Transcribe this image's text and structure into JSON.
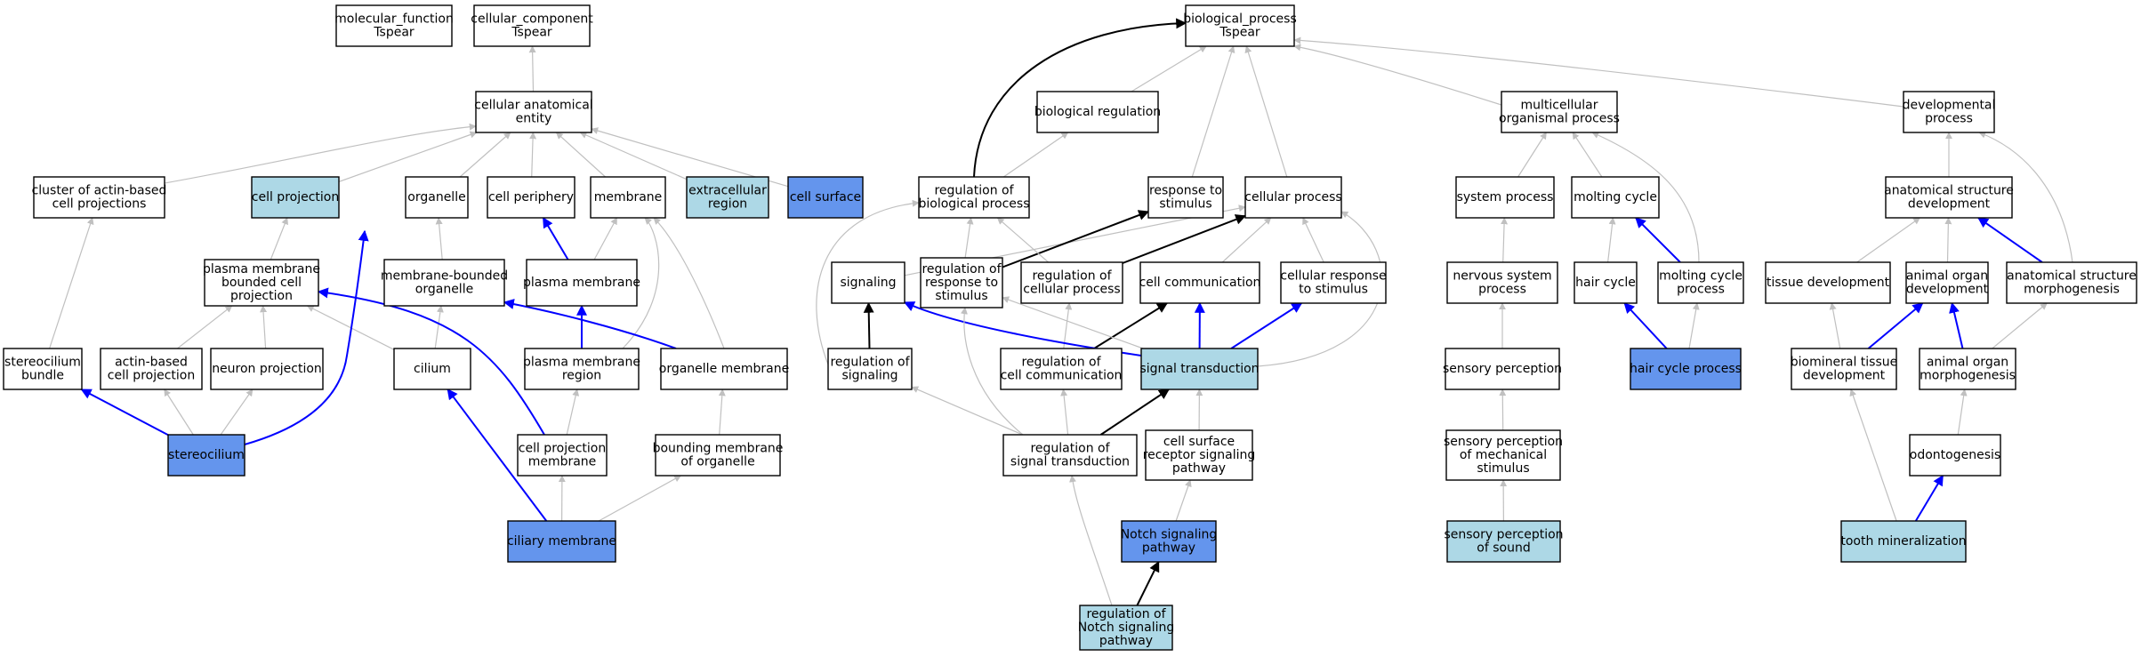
{
  "colors": {
    "default_fill": "#ffffff",
    "highlight_fill": "#6495ed",
    "related_fill": "#add8e6",
    "edge_gray": "#c0c0c0",
    "edge_black": "#000000",
    "edge_blue": "#0000ff",
    "border": "#000000"
  },
  "nodes": [
    {
      "id": "molecular_function",
      "lines": [
        "molecular_function",
        "Tspear"
      ],
      "style": "default"
    },
    {
      "id": "cellular_component",
      "lines": [
        "cellular_component",
        "Tspear"
      ],
      "style": "default"
    },
    {
      "id": "biological_process",
      "lines": [
        "biological_process",
        "Tspear"
      ],
      "style": "default"
    },
    {
      "id": "cellular_anatomical_entity",
      "lines": [
        "cellular anatomical",
        "entity"
      ],
      "style": "default"
    },
    {
      "id": "biological_regulation",
      "lines": [
        "biological regulation"
      ],
      "style": "default"
    },
    {
      "id": "multicellular_organismal_process",
      "lines": [
        "multicellular",
        "organismal process"
      ],
      "style": "default"
    },
    {
      "id": "developmental_process",
      "lines": [
        "developmental",
        "process"
      ],
      "style": "default"
    },
    {
      "id": "cluster_actin",
      "lines": [
        "cluster of actin-based",
        "cell projections"
      ],
      "style": "default"
    },
    {
      "id": "cell_projection",
      "lines": [
        "cell projection"
      ],
      "style": "related"
    },
    {
      "id": "organelle",
      "lines": [
        "organelle"
      ],
      "style": "default"
    },
    {
      "id": "cell_periphery",
      "lines": [
        "cell periphery"
      ],
      "style": "default"
    },
    {
      "id": "membrane",
      "lines": [
        "membrane"
      ],
      "style": "default"
    },
    {
      "id": "extracellular_region",
      "lines": [
        "extracellular",
        "region"
      ],
      "style": "related"
    },
    {
      "id": "cell_surface",
      "lines": [
        "cell surface"
      ],
      "style": "highlight"
    },
    {
      "id": "regulation_biological_process",
      "lines": [
        "regulation of",
        "biological process"
      ],
      "style": "default"
    },
    {
      "id": "response_to_stimulus",
      "lines": [
        "response to",
        "stimulus"
      ],
      "style": "default"
    },
    {
      "id": "cellular_process",
      "lines": [
        "cellular process"
      ],
      "style": "default"
    },
    {
      "id": "system_process",
      "lines": [
        "system process"
      ],
      "style": "default"
    },
    {
      "id": "molting_cycle",
      "lines": [
        "molting cycle"
      ],
      "style": "default"
    },
    {
      "id": "anatomical_structure_development",
      "lines": [
        "anatomical structure",
        "development"
      ],
      "style": "default"
    },
    {
      "id": "pm_bounded_cell_projection",
      "lines": [
        "plasma membrane",
        "bounded cell",
        "projection"
      ],
      "style": "default"
    },
    {
      "id": "membrane_bounded_organelle",
      "lines": [
        "membrane-bounded",
        "organelle"
      ],
      "style": "default"
    },
    {
      "id": "plasma_membrane",
      "lines": [
        "plasma membrane"
      ],
      "style": "default"
    },
    {
      "id": "signaling",
      "lines": [
        "signaling"
      ],
      "style": "default"
    },
    {
      "id": "regulation_response_stimulus",
      "lines": [
        "regulation of",
        "response to",
        "stimulus"
      ],
      "style": "default"
    },
    {
      "id": "regulation_cellular_process",
      "lines": [
        "regulation of",
        "cellular process"
      ],
      "style": "default"
    },
    {
      "id": "cell_communication",
      "lines": [
        "cell communication"
      ],
      "style": "default"
    },
    {
      "id": "cellular_response_stimulus",
      "lines": [
        "cellular response",
        "to stimulus"
      ],
      "style": "default"
    },
    {
      "id": "nervous_system_process",
      "lines": [
        "nervous system",
        "process"
      ],
      "style": "default"
    },
    {
      "id": "hair_cycle",
      "lines": [
        "hair cycle"
      ],
      "style": "default"
    },
    {
      "id": "molting_cycle_process",
      "lines": [
        "molting cycle",
        "process"
      ],
      "style": "default"
    },
    {
      "id": "tissue_development",
      "lines": [
        "tissue development"
      ],
      "style": "default"
    },
    {
      "id": "animal_organ_development",
      "lines": [
        "animal organ",
        "development"
      ],
      "style": "default"
    },
    {
      "id": "anatomical_structure_morphogenesis",
      "lines": [
        "anatomical structure",
        "morphogenesis"
      ],
      "style": "default"
    },
    {
      "id": "stereocilium_bundle",
      "lines": [
        "stereocilium",
        "bundle"
      ],
      "style": "default"
    },
    {
      "id": "actin_based_cell_projection",
      "lines": [
        "actin-based",
        "cell projection"
      ],
      "style": "default"
    },
    {
      "id": "neuron_projection",
      "lines": [
        "neuron projection"
      ],
      "style": "default"
    },
    {
      "id": "cilium",
      "lines": [
        "cilium"
      ],
      "style": "default"
    },
    {
      "id": "plasma_membrane_region",
      "lines": [
        "plasma membrane",
        "region"
      ],
      "style": "default"
    },
    {
      "id": "organelle_membrane",
      "lines": [
        "organelle membrane"
      ],
      "style": "default"
    },
    {
      "id": "regulation_of_signaling",
      "lines": [
        "regulation of",
        "signaling"
      ],
      "style": "default"
    },
    {
      "id": "regulation_cell_communication",
      "lines": [
        "regulation of",
        "cell communication"
      ],
      "style": "default"
    },
    {
      "id": "signal_transduction",
      "lines": [
        "signal transduction"
      ],
      "style": "related"
    },
    {
      "id": "sensory_perception",
      "lines": [
        "sensory perception"
      ],
      "style": "default"
    },
    {
      "id": "hair_cycle_process",
      "lines": [
        "hair cycle process"
      ],
      "style": "highlight"
    },
    {
      "id": "biomineral_tissue_development",
      "lines": [
        "biomineral tissue",
        "development"
      ],
      "style": "default"
    },
    {
      "id": "animal_organ_morphogenesis",
      "lines": [
        "animal organ",
        "morphogenesis"
      ],
      "style": "default"
    },
    {
      "id": "stereocilium",
      "lines": [
        "stereocilium"
      ],
      "style": "highlight"
    },
    {
      "id": "cell_projection_membrane",
      "lines": [
        "cell projection",
        "membrane"
      ],
      "style": "default"
    },
    {
      "id": "bounding_membrane_organelle",
      "lines": [
        "bounding membrane",
        "of organelle"
      ],
      "style": "default"
    },
    {
      "id": "regulation_signal_transduction",
      "lines": [
        "regulation of",
        "signal transduction"
      ],
      "style": "default"
    },
    {
      "id": "cell_surface_receptor_signaling",
      "lines": [
        "cell surface",
        "receptor signaling",
        "pathway"
      ],
      "style": "default"
    },
    {
      "id": "sensory_perception_mechanical",
      "lines": [
        "sensory perception",
        "of mechanical",
        "stimulus"
      ],
      "style": "default"
    },
    {
      "id": "odontogenesis",
      "lines": [
        "odontogenesis"
      ],
      "style": "default"
    },
    {
      "id": "ciliary_membrane",
      "lines": [
        "ciliary membrane"
      ],
      "style": "highlight"
    },
    {
      "id": "notch_signaling_pathway",
      "lines": [
        "Notch signaling",
        "pathway"
      ],
      "style": "highlight"
    },
    {
      "id": "sensory_perception_sound",
      "lines": [
        "sensory perception",
        "of sound"
      ],
      "style": "related"
    },
    {
      "id": "tooth_mineralization",
      "lines": [
        "tooth mineralization"
      ],
      "style": "related"
    },
    {
      "id": "regulation_notch_signaling",
      "lines": [
        "regulation of",
        "Notch signaling",
        "pathway"
      ],
      "style": "related"
    }
  ],
  "edges": [
    {
      "from": "cellular_anatomical_entity",
      "to": "cellular_component",
      "kind": "gray"
    },
    {
      "from": "cluster_actin",
      "to": "cellular_anatomical_entity",
      "kind": "gray"
    },
    {
      "from": "cell_projection",
      "to": "cellular_anatomical_entity",
      "kind": "gray"
    },
    {
      "from": "organelle",
      "to": "cellular_anatomical_entity",
      "kind": "gray"
    },
    {
      "from": "cell_periphery",
      "to": "cellular_anatomical_entity",
      "kind": "gray"
    },
    {
      "from": "membrane",
      "to": "cellular_anatomical_entity",
      "kind": "gray"
    },
    {
      "from": "extracellular_region",
      "to": "cellular_anatomical_entity",
      "kind": "gray"
    },
    {
      "from": "cell_surface",
      "to": "cellular_anatomical_entity",
      "kind": "gray"
    },
    {
      "from": "pm_bounded_cell_projection",
      "to": "cell_projection",
      "kind": "gray"
    },
    {
      "from": "membrane_bounded_organelle",
      "to": "organelle",
      "kind": "gray"
    },
    {
      "from": "plasma_membrane",
      "to": "cell_periphery",
      "kind": "blue"
    },
    {
      "from": "plasma_membrane",
      "to": "membrane",
      "kind": "gray"
    },
    {
      "from": "stereocilium_bundle",
      "to": "cluster_actin",
      "kind": "gray"
    },
    {
      "from": "actin_based_cell_projection",
      "to": "pm_bounded_cell_projection",
      "kind": "gray"
    },
    {
      "from": "neuron_projection",
      "to": "pm_bounded_cell_projection",
      "kind": "gray"
    },
    {
      "from": "cilium",
      "to": "pm_bounded_cell_projection",
      "kind": "gray"
    },
    {
      "from": "cilium",
      "to": "membrane_bounded_organelle",
      "kind": "gray"
    },
    {
      "from": "plasma_membrane_region",
      "to": "plasma_membrane",
      "kind": "blue"
    },
    {
      "from": "plasma_membrane_region",
      "to": "membrane",
      "kind": "gray"
    },
    {
      "from": "organelle_membrane",
      "to": "membrane_bounded_organelle",
      "kind": "blue"
    },
    {
      "from": "organelle_membrane",
      "to": "membrane",
      "kind": "gray"
    },
    {
      "from": "stereocilium",
      "to": "stereocilium_bundle",
      "kind": "blue"
    },
    {
      "from": "stereocilium",
      "to": "actin_based_cell_projection",
      "kind": "gray"
    },
    {
      "from": "stereocilium",
      "to": "neuron_projection",
      "kind": "gray"
    },
    {
      "from": "stereocilium",
      "to": "organelle",
      "kind": "blue"
    },
    {
      "from": "cell_projection_membrane",
      "to": "pm_bounded_cell_projection",
      "kind": "blue"
    },
    {
      "from": "cell_projection_membrane",
      "to": "plasma_membrane_region",
      "kind": "gray"
    },
    {
      "from": "bounding_membrane_organelle",
      "to": "organelle_membrane",
      "kind": "gray"
    },
    {
      "from": "ciliary_membrane",
      "to": "cilium",
      "kind": "blue"
    },
    {
      "from": "ciliary_membrane",
      "to": "cell_projection_membrane",
      "kind": "gray"
    },
    {
      "from": "ciliary_membrane",
      "to": "bounding_membrane_organelle",
      "kind": "gray"
    },
    {
      "from": "biological_regulation",
      "to": "biological_process",
      "kind": "gray"
    },
    {
      "from": "multicellular_organismal_process",
      "to": "biological_process",
      "kind": "gray"
    },
    {
      "from": "developmental_process",
      "to": "biological_process",
      "kind": "gray"
    },
    {
      "from": "regulation_biological_process",
      "to": "biological_process",
      "kind": "black"
    },
    {
      "from": "regulation_biological_process",
      "to": "biological_regulation",
      "kind": "gray"
    },
    {
      "from": "response_to_stimulus",
      "to": "biological_process",
      "kind": "gray"
    },
    {
      "from": "cellular_process",
      "to": "biological_process",
      "kind": "gray"
    },
    {
      "from": "system_process",
      "to": "multicellular_organismal_process",
      "kind": "gray"
    },
    {
      "from": "molting_cycle",
      "to": "multicellular_organismal_process",
      "kind": "gray"
    },
    {
      "from": "anatomical_structure_development",
      "to": "developmental_process",
      "kind": "gray"
    },
    {
      "from": "signaling",
      "to": "cellular_process",
      "kind": "gray"
    },
    {
      "from": "regulation_response_stimulus",
      "to": "regulation_biological_process",
      "kind": "gray"
    },
    {
      "from": "regulation_response_stimulus",
      "to": "response_to_stimulus",
      "kind": "black"
    },
    {
      "from": "regulation_cellular_process",
      "to": "regulation_biological_process",
      "kind": "gray"
    },
    {
      "from": "regulation_cellular_process",
      "to": "cellular_process",
      "kind": "black"
    },
    {
      "from": "cell_communication",
      "to": "cellular_process",
      "kind": "gray"
    },
    {
      "from": "cellular_response_stimulus",
      "to": "cellular_process",
      "kind": "gray"
    },
    {
      "from": "nervous_system_process",
      "to": "system_process",
      "kind": "gray"
    },
    {
      "from": "hair_cycle",
      "to": "molting_cycle",
      "kind": "gray"
    },
    {
      "from": "molting_cycle_process",
      "to": "molting_cycle",
      "kind": "blue"
    },
    {
      "from": "molting_cycle_process",
      "to": "multicellular_organismal_process",
      "kind": "gray"
    },
    {
      "from": "tissue_development",
      "to": "anatomical_structure_development",
      "kind": "gray"
    },
    {
      "from": "animal_organ_development",
      "to": "anatomical_structure_development",
      "kind": "gray"
    },
    {
      "from": "anatomical_structure_morphogenesis",
      "to": "anatomical_structure_development",
      "kind": "blue"
    },
    {
      "from": "anatomical_structure_morphogenesis",
      "to": "developmental_process",
      "kind": "gray"
    },
    {
      "from": "regulation_of_signaling",
      "to": "signaling",
      "kind": "black"
    },
    {
      "from": "regulation_of_signaling",
      "to": "regulation_biological_process",
      "kind": "gray"
    },
    {
      "from": "regulation_cell_communication",
      "to": "regulation_cellular_process",
      "kind": "gray"
    },
    {
      "from": "regulation_cell_communication",
      "to": "cell_communication",
      "kind": "black"
    },
    {
      "from": "signal_transduction",
      "to": "signaling",
      "kind": "blue"
    },
    {
      "from": "signal_transduction",
      "to": "cell_communication",
      "kind": "blue"
    },
    {
      "from": "signal_transduction",
      "to": "cellular_response_stimulus",
      "kind": "blue"
    },
    {
      "from": "signal_transduction",
      "to": "regulation_response_stimulus",
      "kind": "gray"
    },
    {
      "from": "signal_transduction",
      "to": "cellular_process",
      "kind": "gray"
    },
    {
      "from": "sensory_perception",
      "to": "nervous_system_process",
      "kind": "gray"
    },
    {
      "from": "hair_cycle_process",
      "to": "hair_cycle",
      "kind": "blue"
    },
    {
      "from": "hair_cycle_process",
      "to": "molting_cycle_process",
      "kind": "gray"
    },
    {
      "from": "biomineral_tissue_development",
      "to": "tissue_development",
      "kind": "gray"
    },
    {
      "from": "biomineral_tissue_development",
      "to": "animal_organ_development",
      "kind": "blue"
    },
    {
      "from": "animal_organ_morphogenesis",
      "to": "animal_organ_development",
      "kind": "blue"
    },
    {
      "from": "animal_organ_morphogenesis",
      "to": "anatomical_structure_morphogenesis",
      "kind": "gray"
    },
    {
      "from": "regulation_signal_transduction",
      "to": "regulation_of_signaling",
      "kind": "gray"
    },
    {
      "from": "regulation_signal_transduction",
      "to": "regulation_cell_communication",
      "kind": "gray"
    },
    {
      "from": "regulation_signal_transduction",
      "to": "signal_transduction",
      "kind": "black"
    },
    {
      "from": "regulation_signal_transduction",
      "to": "regulation_response_stimulus",
      "kind": "gray"
    },
    {
      "from": "cell_surface_receptor_signaling",
      "to": "signal_transduction",
      "kind": "gray"
    },
    {
      "from": "sensory_perception_mechanical",
      "to": "sensory_perception",
      "kind": "gray"
    },
    {
      "from": "odontogenesis",
      "to": "animal_organ_morphogenesis",
      "kind": "gray"
    },
    {
      "from": "notch_signaling_pathway",
      "to": "cell_surface_receptor_signaling",
      "kind": "gray"
    },
    {
      "from": "sensory_perception_sound",
      "to": "sensory_perception_mechanical",
      "kind": "gray"
    },
    {
      "from": "tooth_mineralization",
      "to": "odontogenesis",
      "kind": "blue"
    },
    {
      "from": "tooth_mineralization",
      "to": "biomineral_tissue_development",
      "kind": "gray"
    },
    {
      "from": "regulation_notch_signaling",
      "to": "notch_signaling_pathway",
      "kind": "black"
    },
    {
      "from": "regulation_notch_signaling",
      "to": "regulation_signal_transduction",
      "kind": "gray"
    }
  ]
}
